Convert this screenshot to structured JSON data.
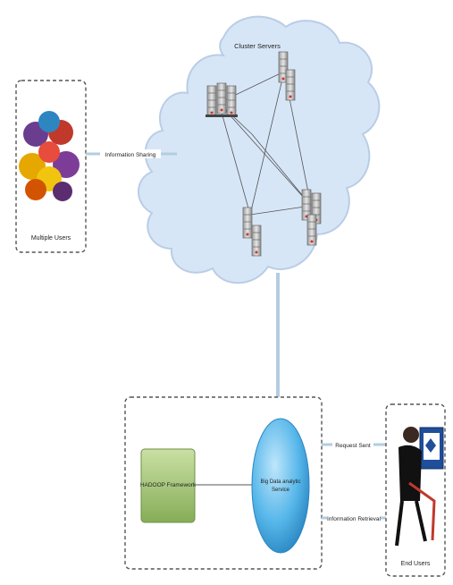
{
  "cloud": {
    "title": "Cluster Servers"
  },
  "left_box": {
    "caption": "Multiple Users"
  },
  "link_info_sharing": "Information Sharing",
  "process_box": {
    "hadoop_label": "HADOOP Framework",
    "engine_label_line1": "Big Data analytic",
    "engine_label_line2": "Service"
  },
  "link_request": "Request Sent",
  "link_retrieval": "Information Retrieval",
  "right_box": {
    "caption": "End Users"
  },
  "colors": {
    "cloud_fill": "#d7e6f7",
    "cloud_stroke": "#b9cde6",
    "hadoop_fill": "#9bc06c",
    "engine_fill": "#57b7ea",
    "connector": "#b3cde0",
    "box_border": "#555555"
  }
}
